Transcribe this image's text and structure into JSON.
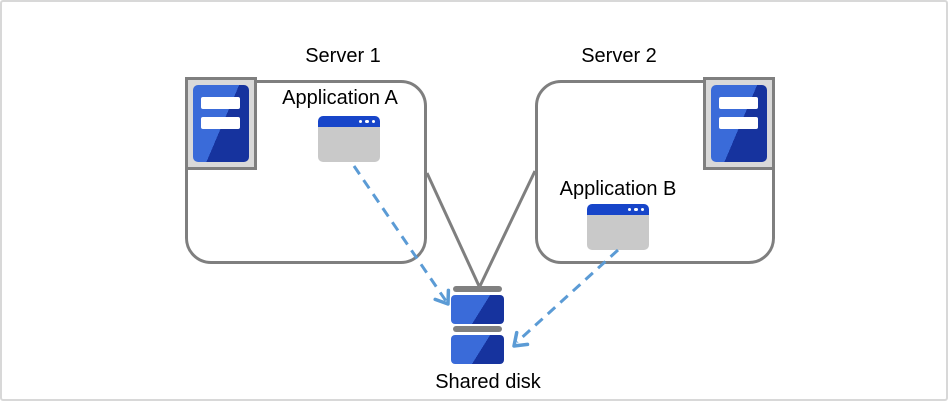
{
  "diagram": {
    "nodes": {
      "server1": {
        "label": "Server 1",
        "icon": "server-tower-icon"
      },
      "server2": {
        "label": "Server 2",
        "icon": "server-tower-icon"
      },
      "app_a": {
        "label": "Application A",
        "icon": "app-window-icon"
      },
      "app_b": {
        "label": "Application B",
        "icon": "app-window-icon"
      },
      "shared_disk": {
        "label": "Shared disk",
        "icon": "disk-stack-icon"
      }
    },
    "connections": [
      {
        "from": "server1",
        "to": "shared_disk",
        "style": "solid-gray-line"
      },
      {
        "from": "server2",
        "to": "shared_disk",
        "style": "solid-gray-line"
      },
      {
        "from": "app_a",
        "to": "shared_disk",
        "style": "dashed-blue-arrow"
      },
      {
        "from": "app_b",
        "to": "shared_disk",
        "style": "dashed-blue-arrow"
      }
    ],
    "colors": {
      "canvas_border": "#d8d8d8",
      "box_border": "#7f7f7f",
      "connector_gray": "#7f7f7f",
      "arrow_blue": "#5b9bd5",
      "icon_blue_light": "#3a6bd9",
      "icon_blue_dark": "#16339e",
      "window_titlebar_blue": "#1745c9",
      "window_body_gray": "#c9c9c9",
      "icon_bg_gray": "#d9d9d9",
      "disk_bar_gray": "#808080",
      "text_color": "#000000"
    }
  }
}
